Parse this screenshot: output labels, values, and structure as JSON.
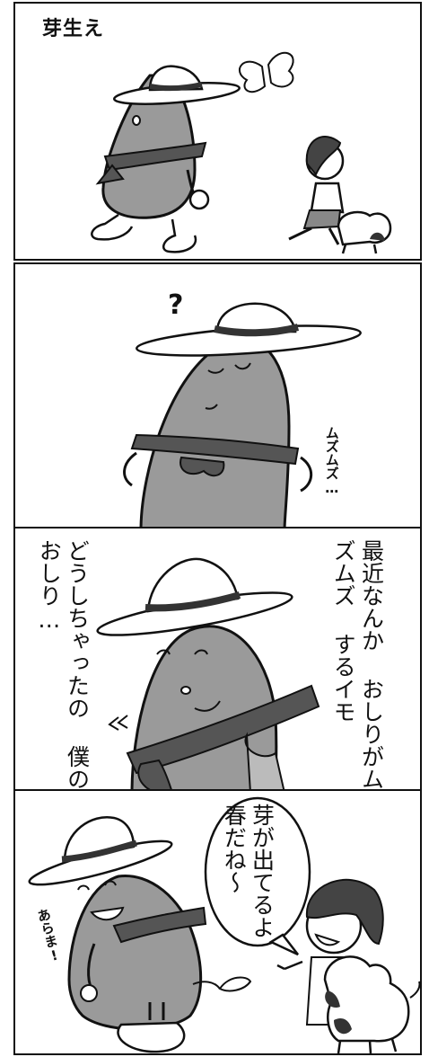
{
  "comic": {
    "title": "芽生え",
    "panel2": {
      "question_mark": "?",
      "sfx": "ムズムズ…"
    },
    "panel3": {
      "caption": "最近なんか おしりがムズムズ するイモ",
      "speech": "どうしちゃったの 僕のおしり…"
    },
    "panel4": {
      "speech": "芽が出てるよ 春だね〜",
      "exclaim": "あらま!"
    }
  }
}
